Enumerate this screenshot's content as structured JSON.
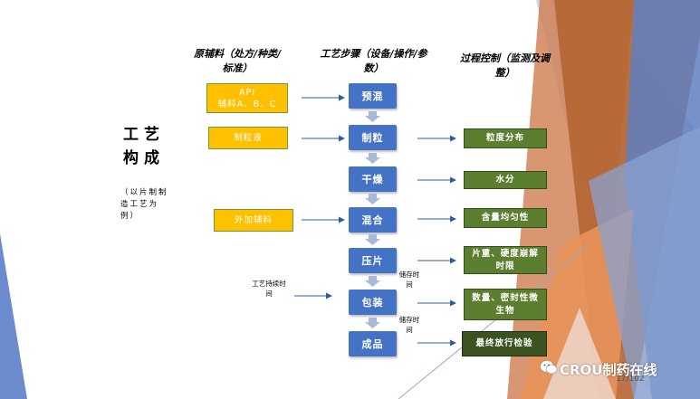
{
  "headers": {
    "materials": "原辅料（处方/种类/标准）",
    "steps": "工艺步骤（设备/操作/参数）",
    "control": "过程控制（监测及调整）"
  },
  "title": "工艺构成",
  "subtitle": "（以片制制造工艺为例）",
  "materials": {
    "api": "API",
    "excipients": "辅料A、B、C",
    "binder": "制粒液",
    "external": "外加辅料"
  },
  "steps": [
    "预混",
    "制粒",
    "干燥",
    "混合",
    "压片",
    "包装",
    "成品"
  ],
  "controls": [
    "粒度分布",
    "水分",
    "含量均匀性",
    "片重、硬度崩解时限",
    "数量、密封性微生物",
    "最终放行检验"
  ],
  "notes": {
    "process_time": "工艺持续时间",
    "storage_time_1": "储存时间",
    "storage_time_2": "储存时间"
  },
  "watermark": "CROU制药在线",
  "page_number": "17/102",
  "colors": {
    "yellow_box": "#ffc000",
    "blue_box": "#4472c4",
    "green_box": "#5b7f2e",
    "green_box_dark": "#3b5320",
    "arrow": "#2e5c9a",
    "down_arrow": "#a7b8d8",
    "deco_orange": "#c5733d",
    "deco_blue": "#5b7ec8"
  }
}
